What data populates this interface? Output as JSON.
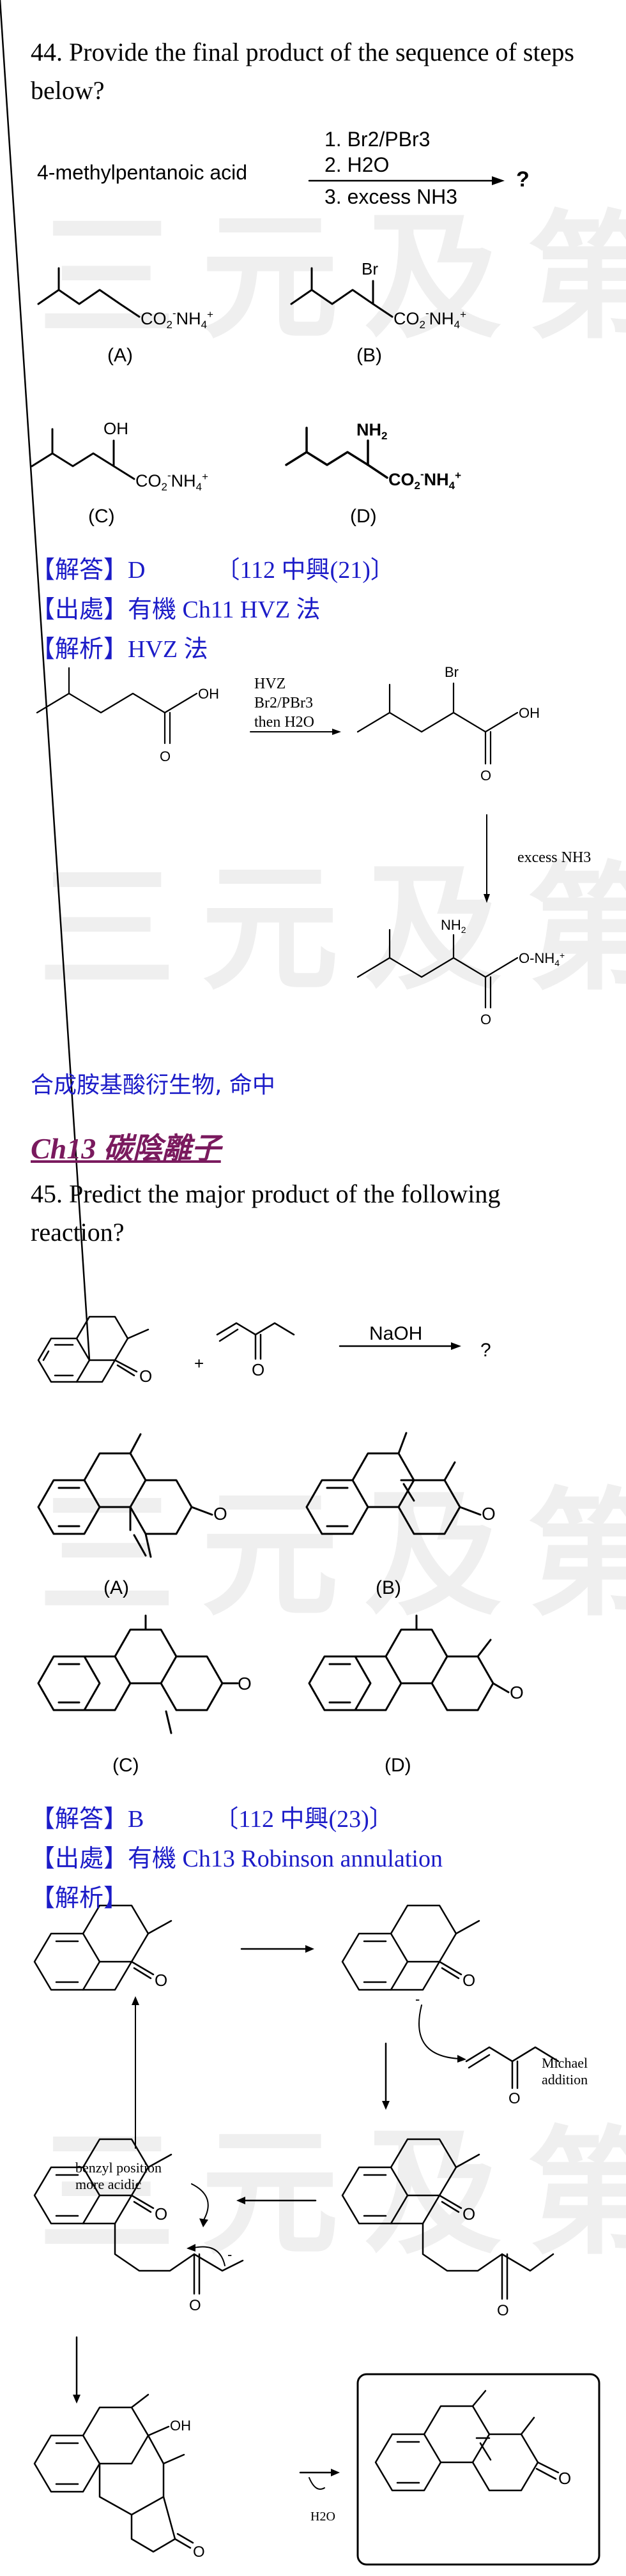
{
  "watermark": "三元及第",
  "q44": {
    "stem": "44. Provide the final product of the sequence of steps below?",
    "reactant": "4-methylpentanoic acid",
    "steps": [
      "1. Br2/PBr3",
      "2. H2O",
      "3. excess NH3"
    ],
    "unknown": "?",
    "choices": [
      "(A)",
      "(B)",
      "(C)",
      "(D)"
    ],
    "answer_label": "【解答】",
    "answer": "D",
    "answer_ref": "〔112 中興(21)〕",
    "source_label": "【出處】",
    "source": "有機 Ch11 HVZ 法",
    "analysis_label": "【解析】",
    "analysis": "HVZ 法",
    "mech_reagents": [
      "HVZ",
      "Br2/PBr3",
      "then H2O"
    ],
    "mech_reagent2": "excess NH3",
    "conclusion": "合成胺基酸衍生物, 命中"
  },
  "chapter": "Ch13 碳陰離子",
  "q45": {
    "stem": "45. Predict the major product of the following reaction?",
    "reagent": "NaOH",
    "plus": "+",
    "unknown": "?",
    "choices": [
      "(A)",
      "(B)",
      "(C)",
      "(D)"
    ],
    "answer_label": "【解答】",
    "answer": "B",
    "answer_ref": "〔112 中興(23)〕",
    "source_label": "【出處】",
    "source": "有機 Ch13 Robinson annulation",
    "analysis_label": "【解析】",
    "note_benzyl": [
      "benzyl position",
      "more acidic"
    ],
    "note_michael": [
      "Michael",
      "addition"
    ],
    "water": "H2O"
  }
}
